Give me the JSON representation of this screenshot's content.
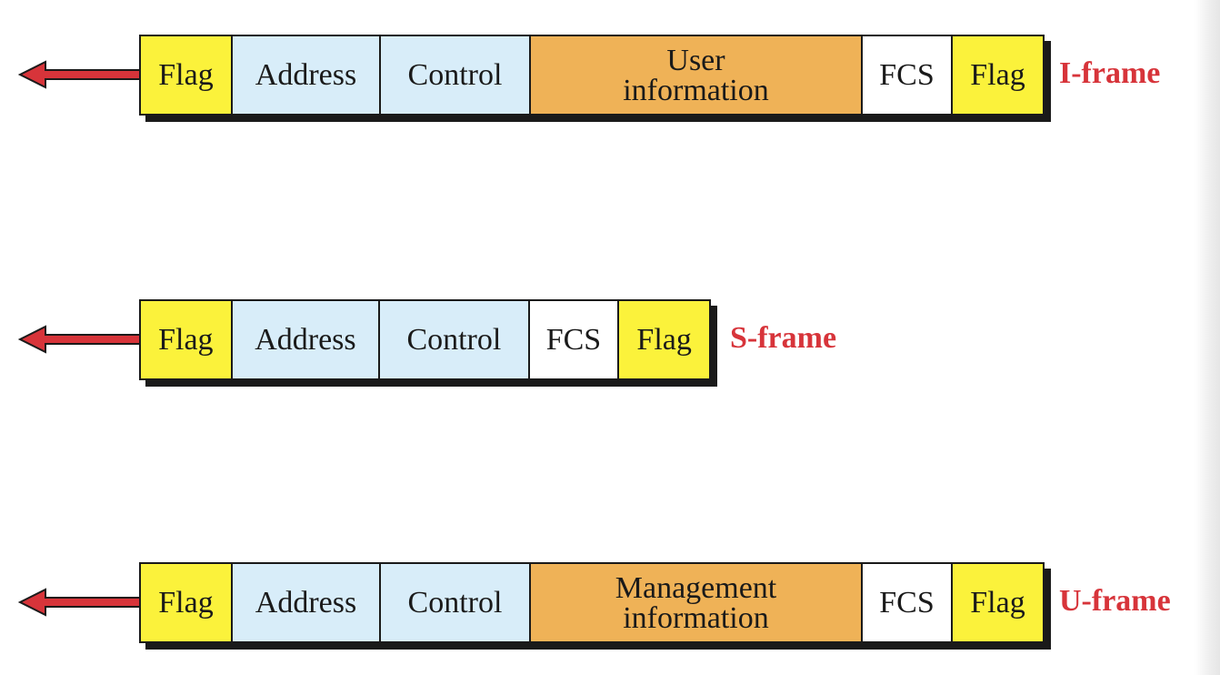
{
  "colors": {
    "flag": "#fbf23b",
    "address": "#d8edf9",
    "control": "#d8edf9",
    "info": "#efb257",
    "fcs": "#ffffff",
    "label": "#d7343a",
    "arrow": "#d7343a",
    "border": "#1a1a1a"
  },
  "frames": [
    {
      "label": "I-frame",
      "fields": {
        "flag_start": "Flag",
        "address": "Address",
        "control": "Control",
        "info": "User\ninformation",
        "fcs": "FCS",
        "flag_end": "Flag"
      }
    },
    {
      "label": "S-frame",
      "fields": {
        "flag_start": "Flag",
        "address": "Address",
        "control": "Control",
        "fcs": "FCS",
        "flag_end": "Flag"
      }
    },
    {
      "label": "U-frame",
      "fields": {
        "flag_start": "Flag",
        "address": "Address",
        "control": "Control",
        "info": "Management\ninformation",
        "fcs": "FCS",
        "flag_end": "Flag"
      }
    }
  ]
}
